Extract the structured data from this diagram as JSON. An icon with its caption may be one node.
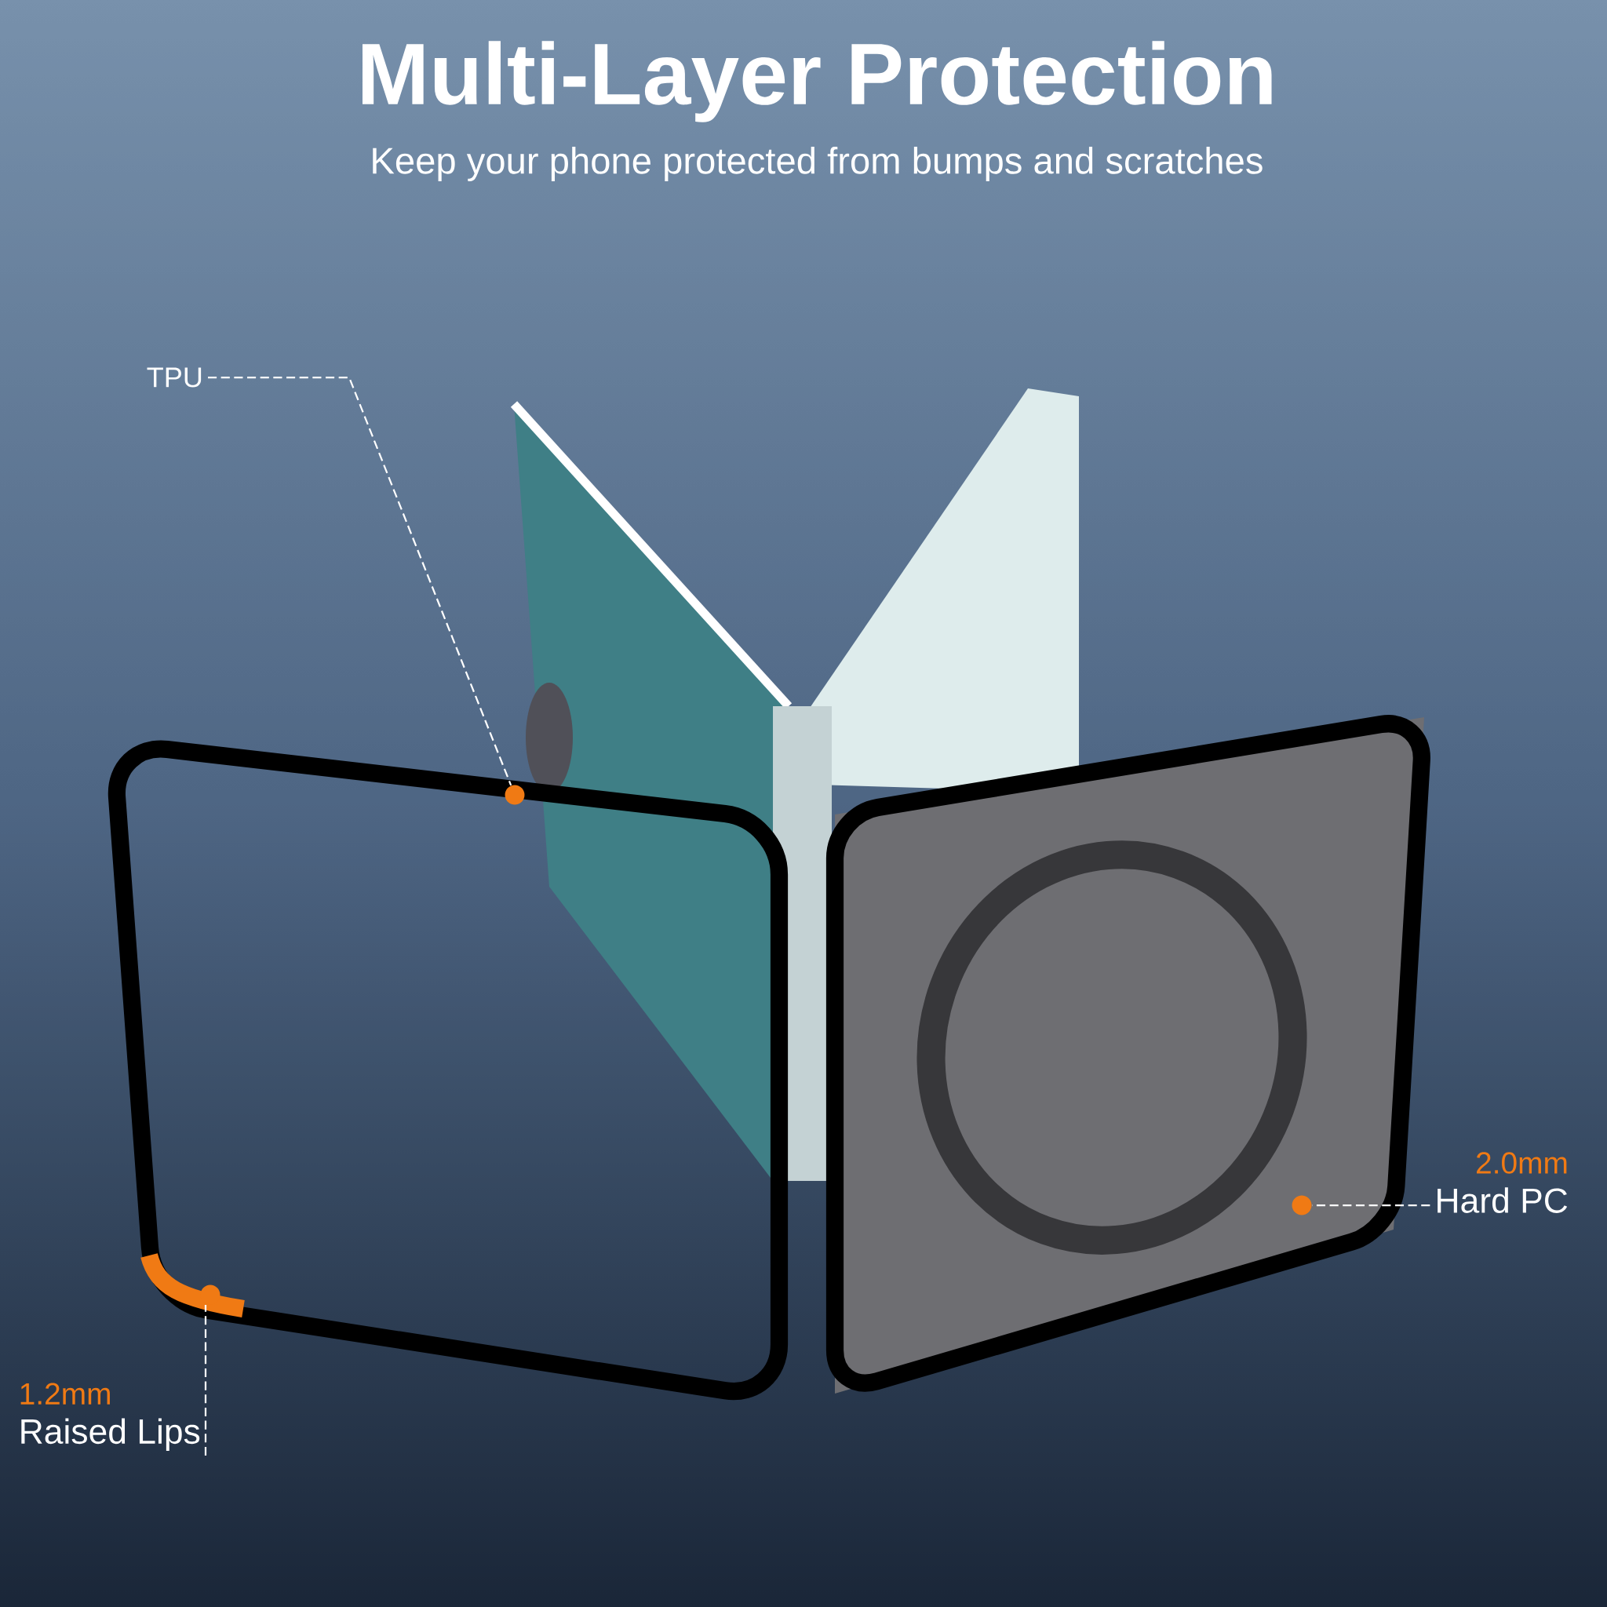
{
  "diagram": {
    "title": "Multi-Layer Protection",
    "nodes": [
      {
        "text": [
          "TPU"
        ]
      },
      {
        "text": [],
        "shape": "circle"
      },
      {
        "text": [
          "2.0mm",
          "Hard PC"
        ]
      },
      {
        "text": [],
        "shape": "circle"
      },
      {
        "text": [
          "1.2mm",
          "Raised Lips"
        ]
      },
      {
        "text": [],
        "shape": "circle"
      }
    ],
    "edges": [
      {
        "from": 0,
        "to": 1,
        "arrow": "none",
        "style": "dashed"
      },
      {
        "from": 2,
        "to": 3,
        "arrow": "none",
        "style": "dashed"
      },
      {
        "from": 4,
        "to": 5,
        "arrow": "none",
        "style": "dashed"
      }
    ],
    "labels": [
      "Keep your phone protected from bumps and scratches"
    ]
  }
}
